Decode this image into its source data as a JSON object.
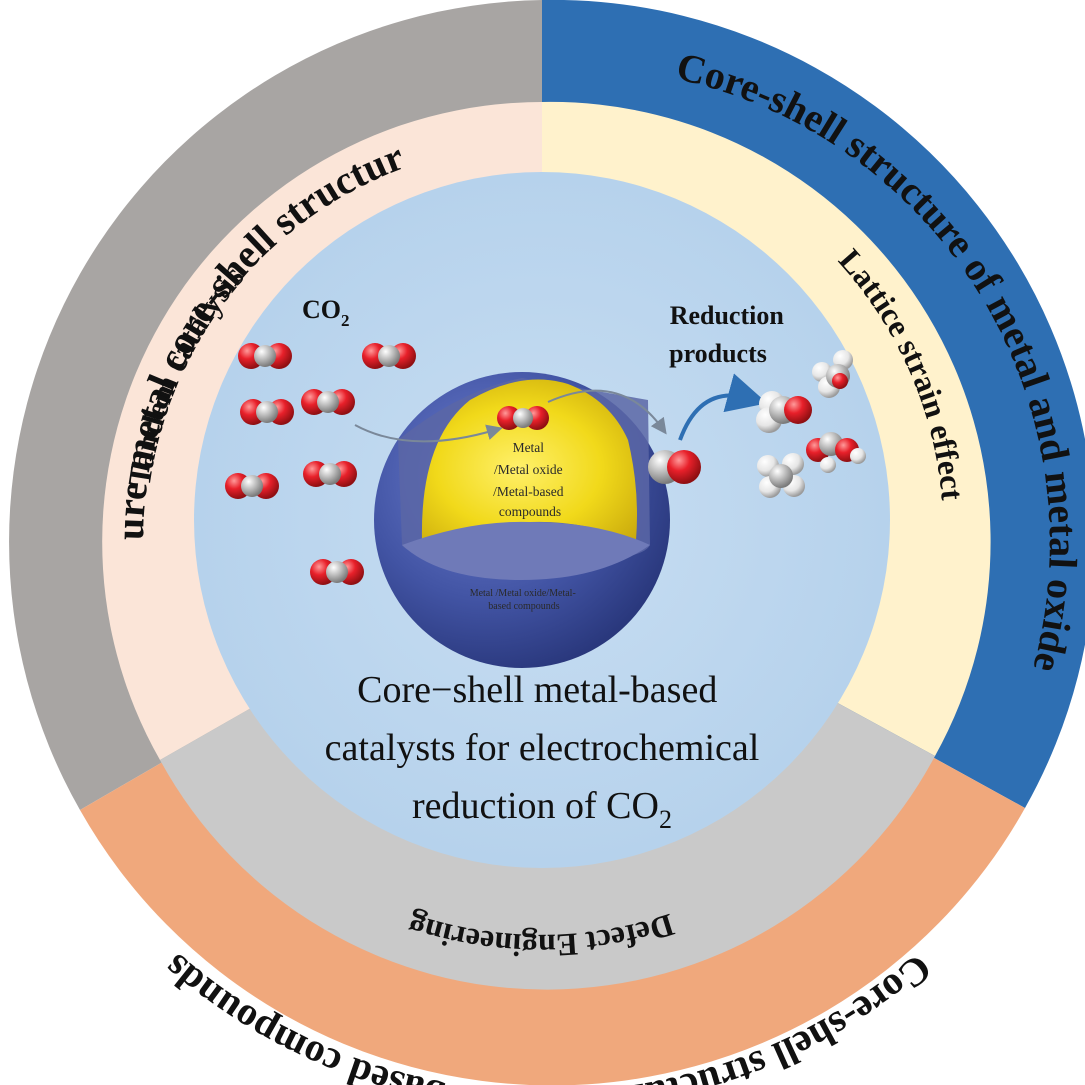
{
  "outer_ring": {
    "top_left": "Pure metal core-shell structure",
    "top_right": "Core-shell structure of metal and metal oxide",
    "bottom": "Core-shell structure of metal-based compounds"
  },
  "inner_ring": {
    "left": "Tandem catalysis",
    "right": "Lattice strain effect",
    "bottom": "Defect Engineering"
  },
  "center": {
    "reactant_label": "CO",
    "reactant_subscript": "2",
    "products_line1": "Reduction",
    "products_line2": "products",
    "core_label_lines": [
      "Metal",
      "/Metal oxide",
      "/Metal-based",
      "compounds"
    ],
    "shell_label_lines": [
      "Metal /Metal oxide/Metal-",
      "based compounds"
    ],
    "title_line1": "Core−shell metal-based",
    "title_line2": "catalysts for electrochemical",
    "title_line3": "reduction of CO",
    "title_subscript": "2"
  },
  "colors": {
    "outer_gray": "#a8a5a3",
    "outer_blue": "#2e6fb3",
    "outer_orange": "#f0a87c",
    "inner_peach": "#fbe5d8",
    "inner_cream": "#fff2cc",
    "inner_gray": "#c9c9c9",
    "center_blue": "#bdd7ee",
    "core_yellow": "#f3dd1f",
    "shell_blue": "#4a5aa8",
    "oxygen_red": "#e8202a",
    "carbon_gray": "#b8b8b8"
  }
}
